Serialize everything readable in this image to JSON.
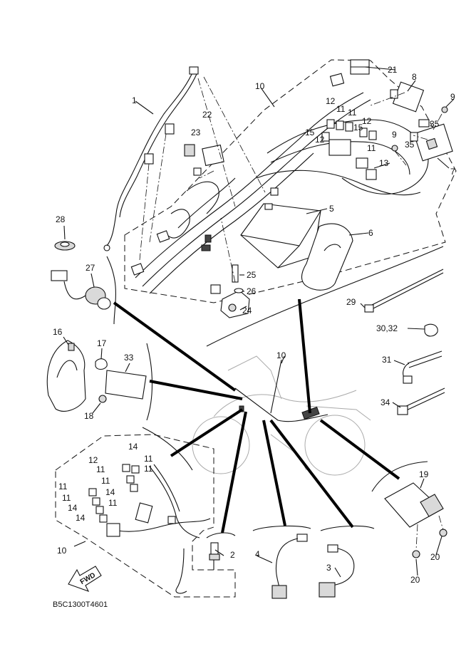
{
  "diagram": {
    "drawing_code": "B5C1300T4601",
    "fwd_label": "FWD",
    "callouts": [
      {
        "id": "c1",
        "text": "1"
      },
      {
        "id": "c2",
        "text": "2"
      },
      {
        "id": "c3",
        "text": "3"
      },
      {
        "id": "c4",
        "text": "4"
      },
      {
        "id": "c5",
        "text": "5"
      },
      {
        "id": "c6",
        "text": "6"
      },
      {
        "id": "c7",
        "text": "7"
      },
      {
        "id": "c8",
        "text": "8"
      },
      {
        "id": "c9a",
        "text": "9"
      },
      {
        "id": "c9b",
        "text": "9"
      },
      {
        "id": "c10a",
        "text": "10"
      },
      {
        "id": "c10b",
        "text": "10"
      },
      {
        "id": "c10c",
        "text": "10"
      },
      {
        "id": "c11a",
        "text": "11"
      },
      {
        "id": "c11b",
        "text": "11"
      },
      {
        "id": "c11c",
        "text": "11"
      },
      {
        "id": "c11d",
        "text": "11"
      },
      {
        "id": "c11e",
        "text": "11"
      },
      {
        "id": "c11f",
        "text": "11"
      },
      {
        "id": "c11g",
        "text": "11"
      },
      {
        "id": "c11h",
        "text": "11"
      },
      {
        "id": "c11i",
        "text": "11"
      },
      {
        "id": "c11j",
        "text": "11"
      },
      {
        "id": "c12a",
        "text": "12"
      },
      {
        "id": "c12b",
        "text": "12"
      },
      {
        "id": "c12c",
        "text": "12"
      },
      {
        "id": "c12d",
        "text": "12"
      },
      {
        "id": "c13",
        "text": "13"
      },
      {
        "id": "c14a",
        "text": "14"
      },
      {
        "id": "c14b",
        "text": "14"
      },
      {
        "id": "c14c",
        "text": "14"
      },
      {
        "id": "c14d",
        "text": "14"
      },
      {
        "id": "c15a",
        "text": "15"
      },
      {
        "id": "c15b",
        "text": "15"
      },
      {
        "id": "c16",
        "text": "16"
      },
      {
        "id": "c17",
        "text": "17"
      },
      {
        "id": "c18",
        "text": "18"
      },
      {
        "id": "c19",
        "text": "19"
      },
      {
        "id": "c20a",
        "text": "20"
      },
      {
        "id": "c20b",
        "text": "20"
      },
      {
        "id": "c21",
        "text": "21"
      },
      {
        "id": "c22",
        "text": "22"
      },
      {
        "id": "c23",
        "text": "23"
      },
      {
        "id": "c24",
        "text": "24"
      },
      {
        "id": "c25",
        "text": "25"
      },
      {
        "id": "c26",
        "text": "26"
      },
      {
        "id": "c27",
        "text": "27"
      },
      {
        "id": "c28",
        "text": "28"
      },
      {
        "id": "c29",
        "text": "29"
      },
      {
        "id": "c3032",
        "text": "30,32"
      },
      {
        "id": "c31",
        "text": "31"
      },
      {
        "id": "c33",
        "text": "33"
      },
      {
        "id": "c34",
        "text": "34"
      },
      {
        "id": "c35a",
        "text": "35"
      },
      {
        "id": "c35b",
        "text": "35"
      }
    ]
  }
}
